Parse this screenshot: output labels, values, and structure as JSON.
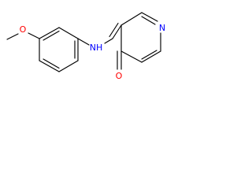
{
  "atoms": {
    "O_methoxy": "O",
    "NH": "NH",
    "N_pyridine": "N",
    "O_carbonyl": "O"
  },
  "colors": {
    "bond": "#000000",
    "oxygen": "#ff0000",
    "nitrogen": "#0000ff",
    "background": "#ffffff"
  }
}
